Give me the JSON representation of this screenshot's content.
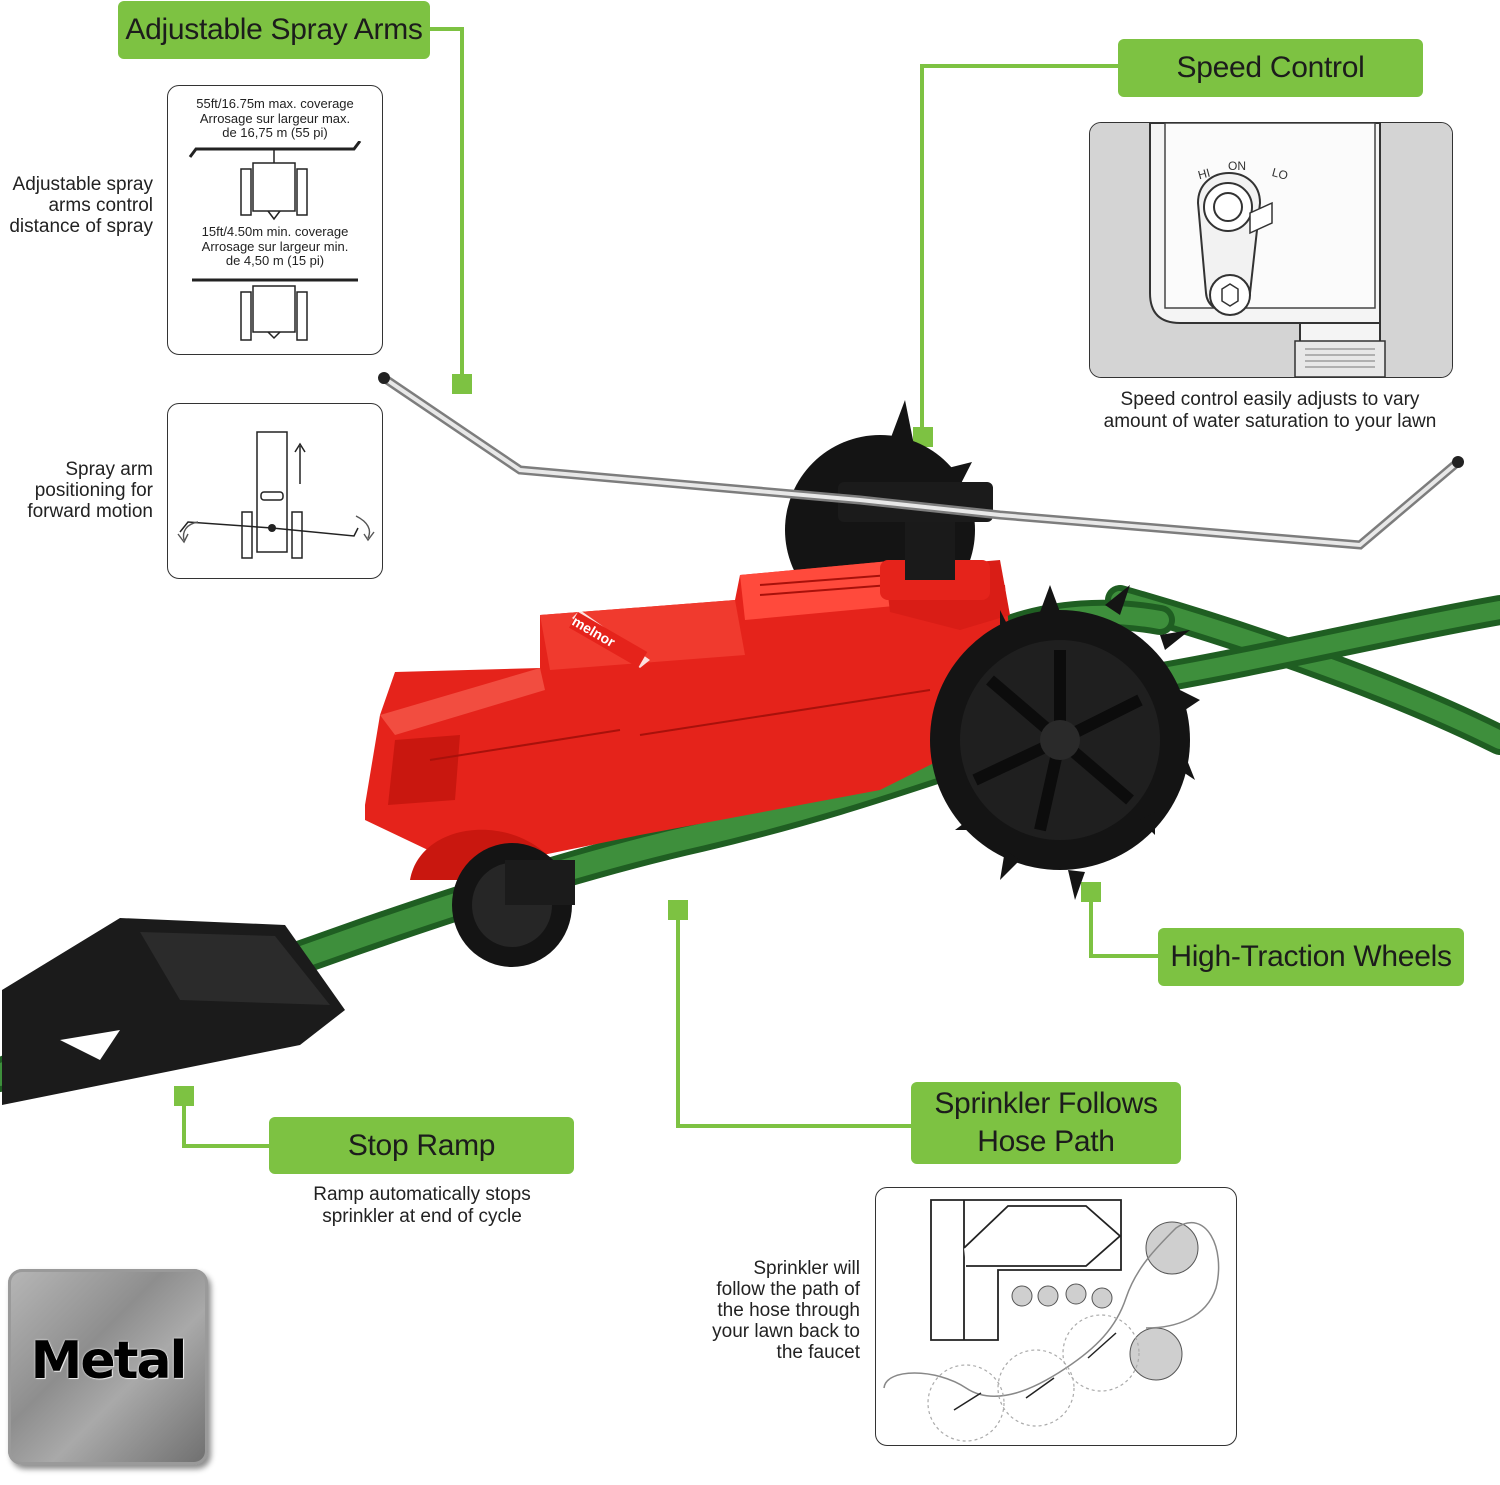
{
  "callouts": {
    "spray_arms": "Adjustable Spray Arms",
    "speed_control": "Speed Control",
    "wheels": "High-Traction Wheels",
    "hose_path_line1": "Sprinkler Follows",
    "hose_path_line2": "Hose Path",
    "stop_ramp": "Stop Ramp"
  },
  "spray_arms_panel": {
    "max_line1": "55ft/16.75m max. coverage",
    "max_line2": "Arrosage sur largeur max.",
    "max_line3": "de 16,75 m (55 pi)",
    "min_line1": "15ft/4.50m min. coverage",
    "min_line2": "Arrosage sur largeur min.",
    "min_line3": "de 4,50 m (15 pi)"
  },
  "side_notes": {
    "spray_control_1": "Adjustable spray",
    "spray_control_2": "arms control",
    "spray_control_3": "distance of spray",
    "positioning_1": "Spray arm",
    "positioning_2": "positioning for",
    "positioning_3": "forward motion",
    "hose_1": "Sprinkler will",
    "hose_2": "follow the path of",
    "hose_3": "the hose through",
    "hose_4": "your lawn back to",
    "hose_5": "the faucet"
  },
  "speed_panel": {
    "hi": "HI",
    "on": "ON",
    "lo": "LO",
    "caption_1": "Speed control easily adjusts to vary",
    "caption_2": "amount of water saturation to your lawn"
  },
  "stop_ramp_caption": {
    "line1": "Ramp automatically stops",
    "line2": "sprinkler at end of cycle"
  },
  "brand": "melnor",
  "material_badge": "Metal",
  "colors": {
    "accent_green": "#7dc242",
    "tractor_red": "#e5231b",
    "hose_green": "#2f7a2f",
    "wheel_black": "#151515"
  }
}
